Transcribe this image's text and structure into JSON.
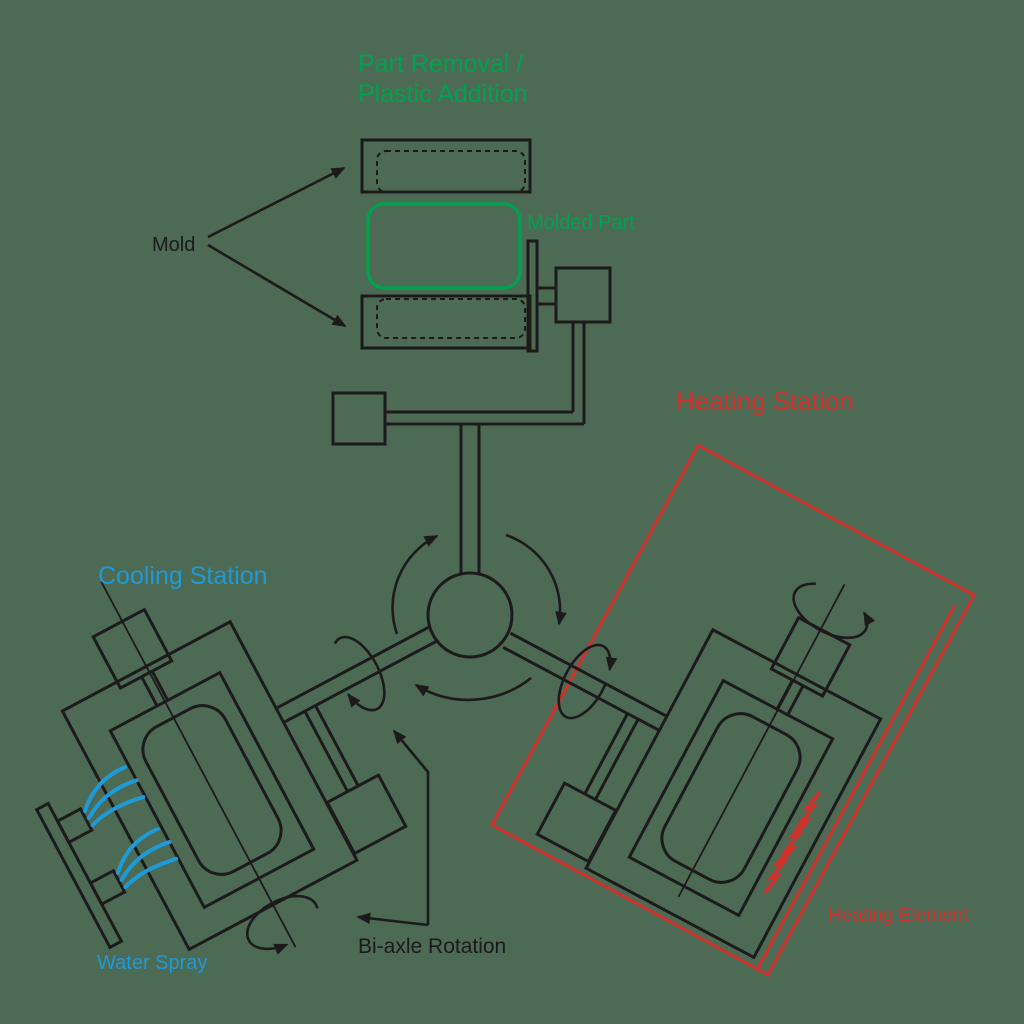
{
  "diagram": {
    "type": "rotational-molding-process-diagram",
    "background": "#4d6a54",
    "colors": {
      "line": "#1d1a1b",
      "green": "#00a14f",
      "red": "#d2302b",
      "blue": "#1f9ad8"
    },
    "stations": {
      "part_removal": {
        "title_line1": "Part Removal /",
        "title_line2": "Plastic Addition",
        "mold_label": "Mold",
        "molded_part_label": "Molded Part"
      },
      "heating": {
        "title": "Heating Station",
        "element_label": "Heating Element"
      },
      "cooling": {
        "title": "Cooling Station",
        "spray_label": "Water Spray"
      }
    },
    "annotations": {
      "biaxle_label": "Bi-axle Rotation"
    }
  }
}
